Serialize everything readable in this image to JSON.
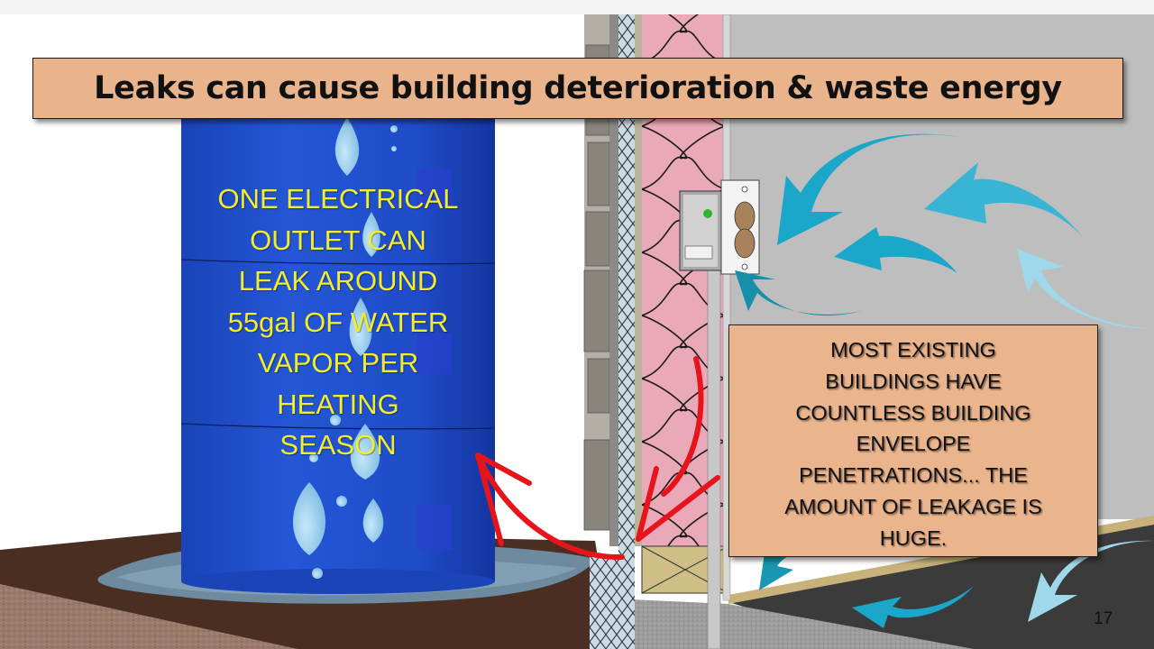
{
  "slide": {
    "title": "Leaks can cause building deterioration & waste energy",
    "page_number": "17"
  },
  "barrel_callout": {
    "lines": [
      "ONE ELECTRICAL",
      "OUTLET CAN",
      "LEAK AROUND",
      "55gal OF WATER",
      "VAPOR PER",
      "HEATING",
      "SEASON"
    ]
  },
  "wall_callout": {
    "lines": [
      "MOST EXISTING",
      "BUILDINGS HAVE",
      "COUNTLESS BUILDING",
      "ENVELOPE",
      "PENETRATIONS... THE",
      "AMOUNT OF LEAKAGE IS",
      "HUGE."
    ]
  },
  "colors": {
    "title_fill": "#e9b48c",
    "barrel_blue": "#1f4fd0",
    "barrel_text": "#f2ee2a",
    "callout_fill": "#eab48c",
    "leak_arrow_red": "#e8141c",
    "air_arrow_teal": "#1aa7c9",
    "air_arrow_light": "#9fd8ea",
    "insulation_pink": "#e8a9b7"
  }
}
